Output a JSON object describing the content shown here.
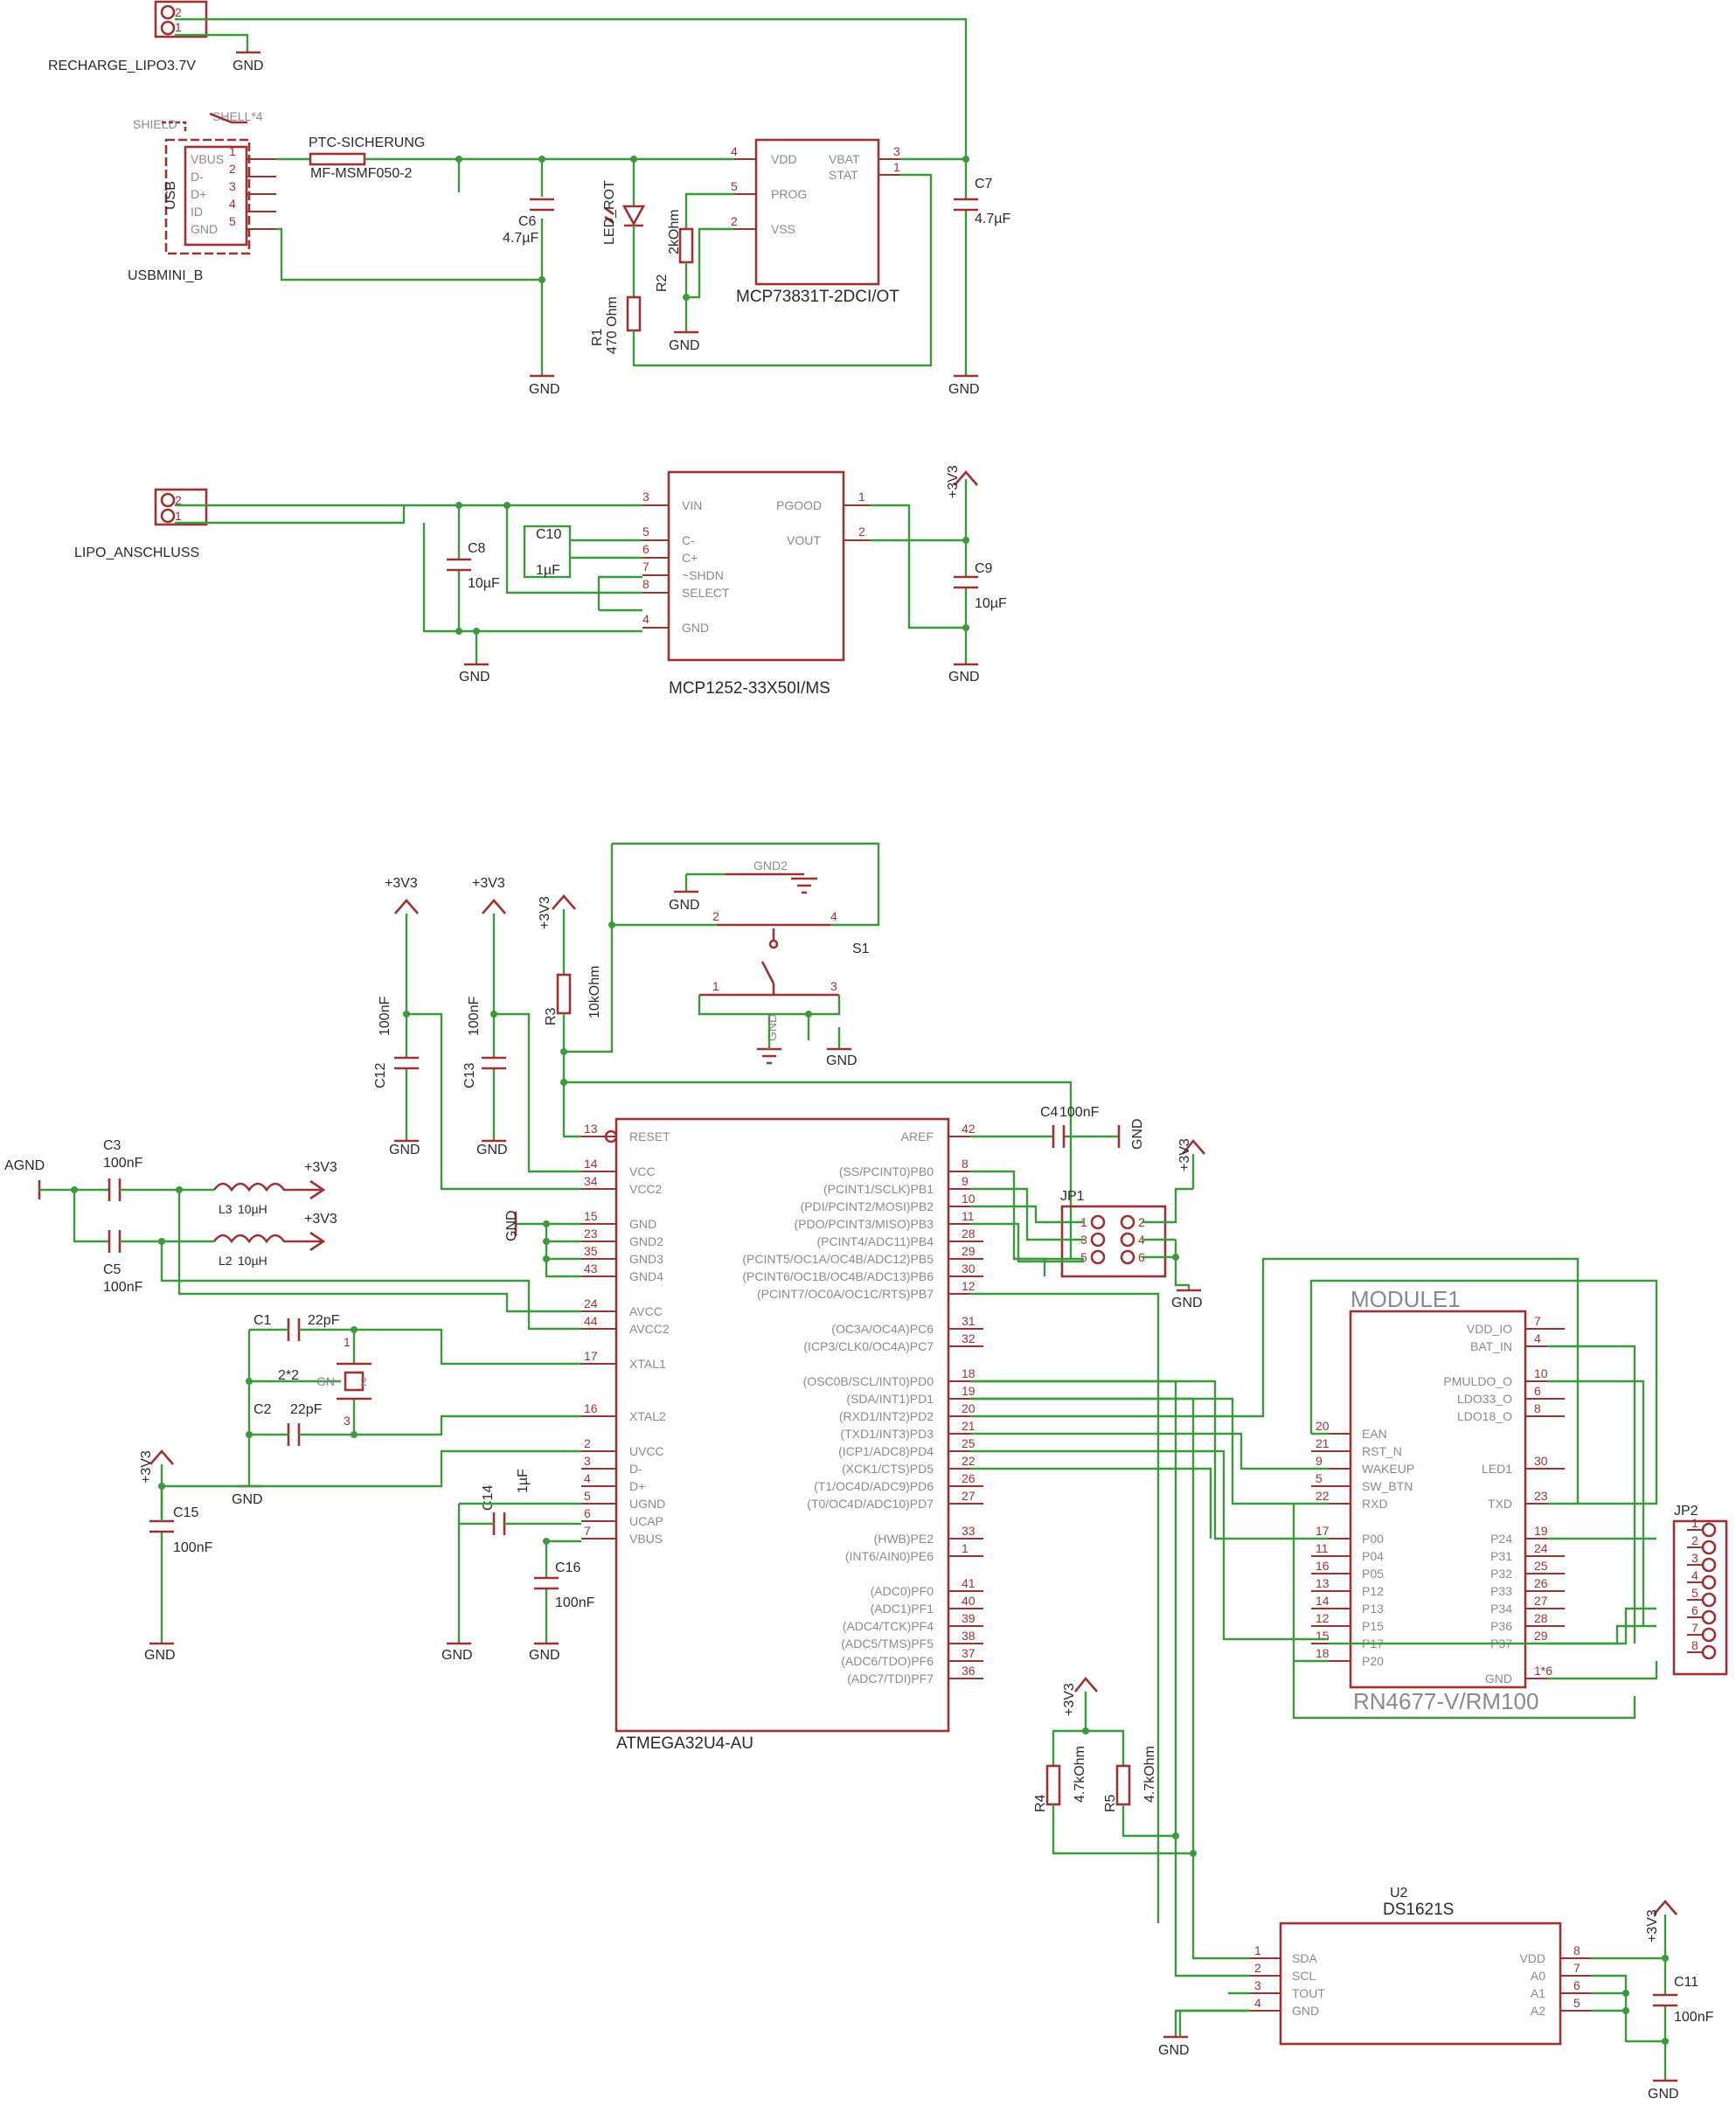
{
  "labels": {
    "recharge": "RECHARGE_LIPO3.7V",
    "usbmini": "USBMINI_B",
    "shield": "SHIELD",
    "shell": "SHELL*4",
    "usb": "USB",
    "ptc": "PTC-SICHERUNG",
    "ptc_value": "MF-MSMF050-2",
    "c6": "C6",
    "c6v": "4.7µF",
    "led": "LED_ROT",
    "r1": "R1",
    "r1v": "470 Ohm",
    "r2": "R2",
    "r2v": "2kOhm",
    "mcp738": "MCP73831T-2DCI/OT",
    "c7": "C7",
    "c7v": "4.7µF",
    "lipo": "LIPO_ANSCHLUSS",
    "c8": "C8",
    "c8v": "10µF",
    "c10": "C10",
    "c10v": "1µF",
    "mcp1252": "MCP1252-33X50I/MS",
    "c9": "C9",
    "c9v": "10µF",
    "gnd": "GND",
    "p3v3": "+3V3",
    "gnd2": "GND2",
    "s1": "S1",
    "r3": "R3",
    "r3v": "10kOhm",
    "c12": "C12",
    "c12v": "100nF",
    "c13": "C13",
    "c13v": "100nF",
    "agnd": "AGND",
    "c3": "C3",
    "c3v": "100nF",
    "c5": "C5",
    "c5v": "100nF",
    "l3": "L3",
    "l3v": "10µH",
    "l2": "L2",
    "l2v": "10µH",
    "c1": "C1",
    "c1v": "22pF",
    "c2": "C2",
    "c2v": "22pF",
    "q": "2*2",
    "c15": "C15",
    "c15v": "100nF",
    "c14": "C14",
    "c14v": "1µF",
    "c16": "C16",
    "c16v": "100nF",
    "c4": "C4",
    "c4v": "100nF",
    "atmega": "ATMEGA32U4-AU",
    "jp1": "JP1",
    "jp2": "JP2",
    "module1": "MODULE1",
    "rn4677": "RN4677-V/RM100",
    "r4": "R4",
    "r4v": "4.7kOhm",
    "r5": "R5",
    "r5v": "4.7kOhm",
    "u2": "U2",
    "ds1621": "DS1621S",
    "c11": "C11",
    "c11v": "100nF"
  },
  "usb_pins": [
    "VBUS",
    "D-",
    "D+",
    "ID",
    "GND"
  ],
  "mcp738_pins": {
    "vdd": "VDD",
    "prog": "PROG",
    "vss": "VSS",
    "vbat": "VBAT",
    "stat": "STAT"
  },
  "mcp1252_pins": {
    "vin": "VIN",
    "cm": "C-",
    "cp": "C+",
    "shdn": "~SHDN",
    "select": "SELECT",
    "gnd": "GND",
    "pgood": "PGOOD",
    "vout": "VOUT"
  },
  "atmega_left": [
    {
      "n": "13",
      "t": "RESET"
    },
    {
      "n": "14",
      "t": "VCC"
    },
    {
      "n": "34",
      "t": "VCC2"
    },
    {
      "n": "15",
      "t": "GND"
    },
    {
      "n": "23",
      "t": "GND2"
    },
    {
      "n": "35",
      "t": "GND3"
    },
    {
      "n": "43",
      "t": "GND4"
    },
    {
      "n": "24",
      "t": "AVCC"
    },
    {
      "n": "44",
      "t": "AVCC2"
    },
    {
      "n": "17",
      "t": "XTAL1"
    },
    {
      "n": "16",
      "t": "XTAL2"
    },
    {
      "n": "2",
      "t": "UVCC"
    },
    {
      "n": "3",
      "t": "D-"
    },
    {
      "n": "4",
      "t": "D+"
    },
    {
      "n": "5",
      "t": "UGND"
    },
    {
      "n": "6",
      "t": "UCAP"
    },
    {
      "n": "7",
      "t": "VBUS"
    }
  ],
  "atmega_right": [
    {
      "n": "42",
      "t": "AREF"
    },
    {
      "n": "8",
      "t": "(SS/PCINT0)PB0"
    },
    {
      "n": "9",
      "t": "(PCINT1/SCLK)PB1"
    },
    {
      "n": "10",
      "t": "(PDI/PCINT2/MOSI)PB2"
    },
    {
      "n": "11",
      "t": "(PDO/PCINT3/MISO)PB3"
    },
    {
      "n": "28",
      "t": "(PCINT4/ADC11)PB4"
    },
    {
      "n": "29",
      "t": "(PCINT5/OC1A/OC4B/ADC12)PB5"
    },
    {
      "n": "30",
      "t": "(PCINT6/OC1B/OC4B/ADC13)PB6"
    },
    {
      "n": "12",
      "t": "(PCINT7/OC0A/OC1C/RTS)PB7"
    },
    {
      "n": "31",
      "t": "(OC3A/OC4A)PC6"
    },
    {
      "n": "32",
      "t": "(ICP3/CLK0/OC4A)PC7"
    },
    {
      "n": "18",
      "t": "(OSC0B/SCL/INT0)PD0"
    },
    {
      "n": "19",
      "t": "(SDA/INT1)PD1"
    },
    {
      "n": "20",
      "t": "(RXD1/INT2)PD2"
    },
    {
      "n": "21",
      "t": "(TXD1/INT3)PD3"
    },
    {
      "n": "25",
      "t": "(ICP1/ADC8)PD4"
    },
    {
      "n": "22",
      "t": "(XCK1/CTS)PD5"
    },
    {
      "n": "26",
      "t": "(T1/OC4D/ADC9)PD6"
    },
    {
      "n": "27",
      "t": "(T0/OC4D/ADC10)PD7"
    },
    {
      "n": "33",
      "t": "(HWB)PE2"
    },
    {
      "n": "1",
      "t": "(INT6/AIN0)PE6"
    },
    {
      "n": "41",
      "t": "(ADC0)PF0"
    },
    {
      "n": "40",
      "t": "(ADC1)PF1"
    },
    {
      "n": "39",
      "t": "(ADC4/TCK)PF4"
    },
    {
      "n": "38",
      "t": "(ADC5/TMS)PF5"
    },
    {
      "n": "37",
      "t": "(ADC6/TDO)PF6"
    },
    {
      "n": "36",
      "t": "(ADC7/TDI)PF7"
    }
  ],
  "module_left": [
    {
      "n": "20",
      "t": "EAN"
    },
    {
      "n": "21",
      "t": "RST_N"
    },
    {
      "n": "9",
      "t": "WAKEUP"
    },
    {
      "n": "5",
      "t": "SW_BTN"
    },
    {
      "n": "22",
      "t": "RXD"
    },
    {
      "n": "17",
      "t": "P00"
    },
    {
      "n": "11",
      "t": "P04"
    },
    {
      "n": "16",
      "t": "P05"
    },
    {
      "n": "13",
      "t": "P12"
    },
    {
      "n": "14",
      "t": "P13"
    },
    {
      "n": "12",
      "t": "P15"
    },
    {
      "n": "15",
      "t": "P17"
    },
    {
      "n": "18",
      "t": "P20"
    }
  ],
  "module_right": [
    {
      "n": "7",
      "t": "VDD_IO"
    },
    {
      "n": "4",
      "t": "BAT_IN"
    },
    {
      "n": "10",
      "t": "PMULDO_O"
    },
    {
      "n": "6",
      "t": "LDO33_O"
    },
    {
      "n": "8",
      "t": "LDO18_O"
    },
    {
      "n": "30",
      "t": "LED1"
    },
    {
      "n": "23",
      "t": "TXD"
    },
    {
      "n": "19",
      "t": "P24"
    },
    {
      "n": "24",
      "t": "P31"
    },
    {
      "n": "25",
      "t": "P32"
    },
    {
      "n": "26",
      "t": "P33"
    },
    {
      "n": "27",
      "t": "P34"
    },
    {
      "n": "28",
      "t": "P36"
    },
    {
      "n": "29",
      "t": "P37"
    },
    {
      "n": "1*6",
      "t": "GND"
    }
  ],
  "ds_left": [
    {
      "n": "1",
      "t": "SDA"
    },
    {
      "n": "2",
      "t": "SCL"
    },
    {
      "n": "3",
      "t": "TOUT"
    },
    {
      "n": "4",
      "t": "GND"
    }
  ],
  "ds_right": [
    {
      "n": "8",
      "t": "VDD"
    },
    {
      "n": "7",
      "t": "A0"
    },
    {
      "n": "6",
      "t": "A1"
    },
    {
      "n": "5",
      "t": "A2"
    }
  ],
  "jp2_pins": [
    "1",
    "2",
    "3",
    "4",
    "5",
    "6",
    "7",
    "8"
  ],
  "colors": {
    "wire": "#3c9a3c",
    "symbol": "#9b3333",
    "text": "#2a2a2a",
    "pinname": "#8a8a8a"
  }
}
